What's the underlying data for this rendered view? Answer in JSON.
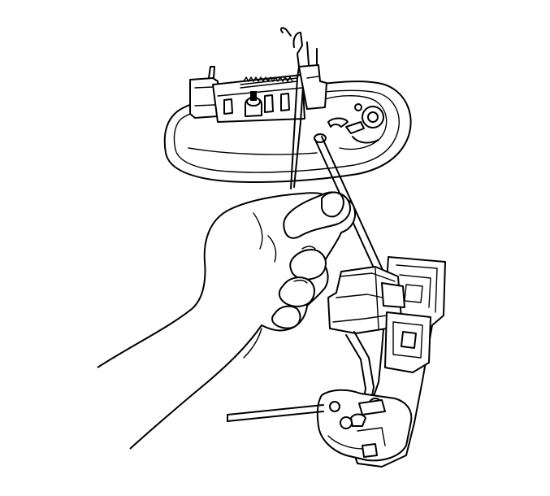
{
  "figure": {
    "background": "#ffffff",
    "line_color": "#000000",
    "parts": [
      "door-handle-assembly",
      "handle-bezel",
      "handle-spring",
      "lock-rod",
      "actuator-rod",
      "hand",
      "door-latch-assembly",
      "latch-lever",
      "latch-cable"
    ]
  }
}
